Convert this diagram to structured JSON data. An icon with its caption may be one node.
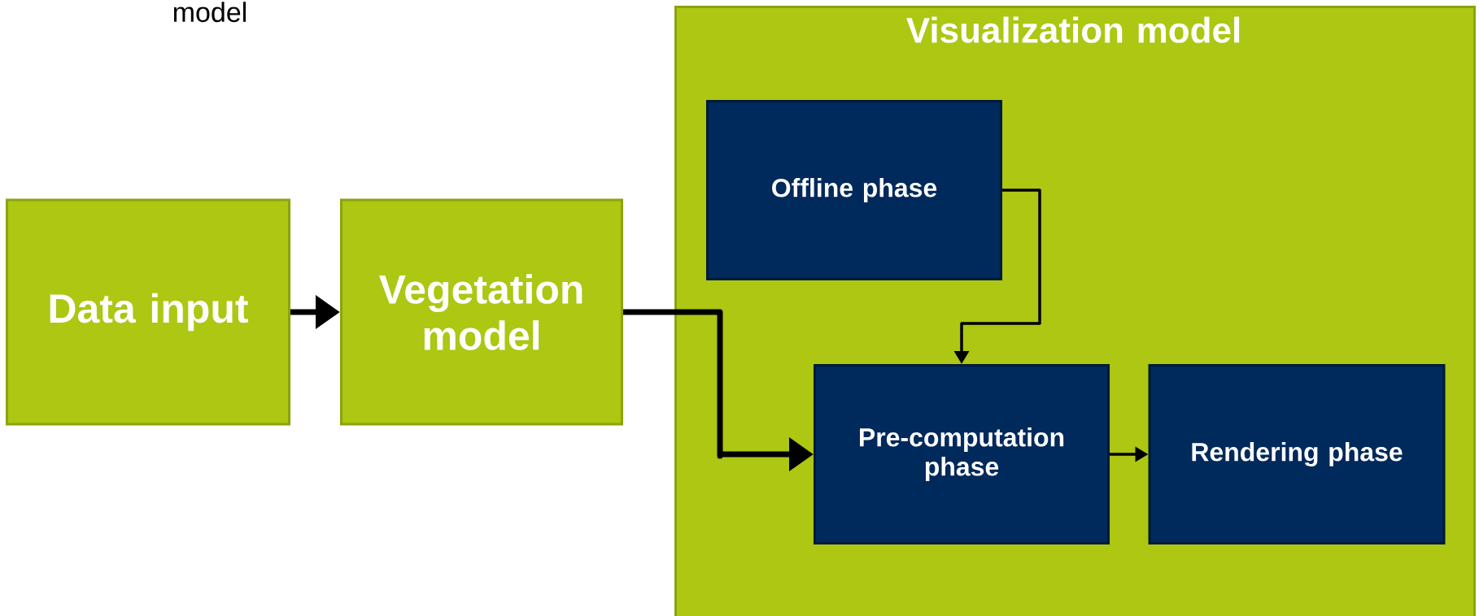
{
  "diagram": {
    "nodes": [
      {
        "text": [
          "Data input"
        ]
      },
      {
        "text": [
          "Vegetation model"
        ]
      },
      {
        "text": [
          "Visualization model"
        ]
      },
      {
        "text": [
          "Offline phase"
        ],
        "in": 2
      },
      {
        "text": [
          "Pre-computation phase"
        ],
        "in": 2
      },
      {
        "text": [
          "Rendering phase"
        ],
        "in": 2
      }
    ],
    "edges": [
      {
        "from": 0,
        "to": 1,
        "arrow": "to",
        "style": "thick"
      },
      {
        "from": 1,
        "to": 4,
        "arrow": "to",
        "style": "thick"
      },
      {
        "from": 3,
        "to": 4,
        "arrow": "to"
      },
      {
        "from": 4,
        "to": 5,
        "arrow": "to"
      }
    ],
    "labels": [
      "model"
    ]
  }
}
